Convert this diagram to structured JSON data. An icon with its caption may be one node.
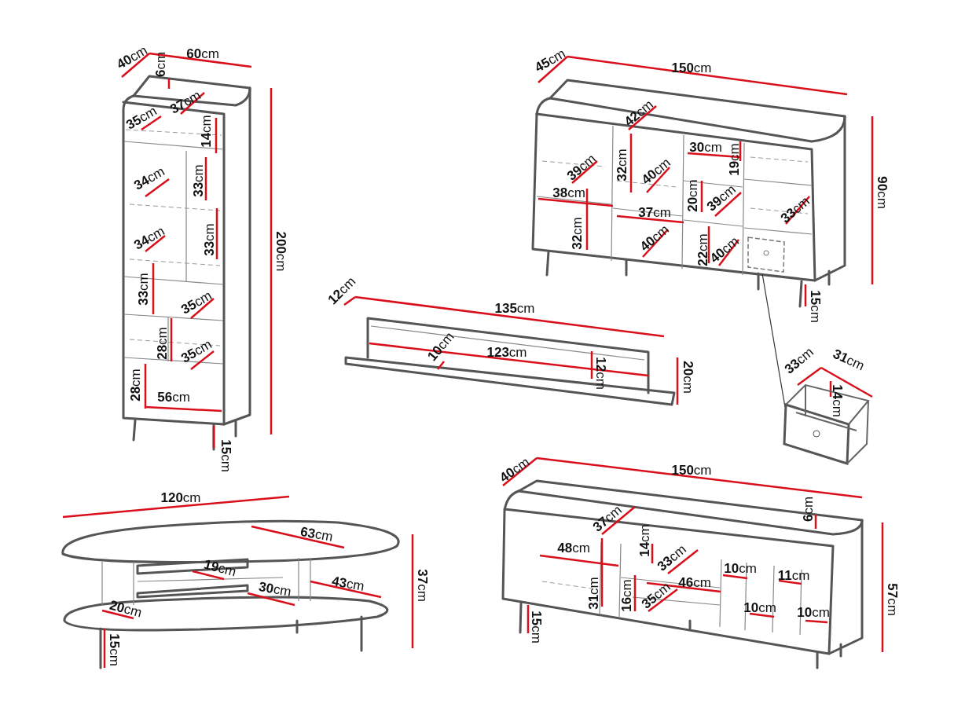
{
  "diagram": {
    "nodes": [
      {
        "text": [],
        "shape": "picture"
      },
      {
        "text": [],
        "shape": "picture"
      }
    ],
    "edges": [
      {
        "from": 0,
        "to": 1,
        "arrow": "none"
      }
    ],
    "labels": [
      "**40**cm",
      "**60**cm",
      "**6**cm",
      "**37**cm",
      "**35**cm",
      "**14**cm",
      "**34**cm",
      "**33**cm",
      "**200**cm",
      "**34**cm",
      "**33**cm",
      "**33**cm",
      "**35**cm",
      "**28**cm",
      "**35**cm",
      "**28**cm",
      "**56**cm",
      "**15**cm",
      "**45**cm",
      "**150**cm",
      "**42**cm",
      "**30**cm",
      "**19**cm",
      "**90**cm",
      "**39**cm",
      "**32**cm",
      "**40**cm",
      "**20**cm",
      "**39**cm",
      "**33**cm",
      "**38**cm",
      "**37**cm",
      "**32**cm",
      "**40**cm",
      "**22**cm",
      "**40**cm",
      "**15**cm",
      "**12**cm",
      "**135**cm",
      "**10**cm",
      "**123**cm",
      "**12**cm",
      "**20**cm",
      "**33**cm",
      "**31**cm",
      "**14**cm",
      "**120**cm",
      "**63**cm",
      "**19**cm",
      "**30**cm",
      "**43**cm",
      "**37**cm",
      "**20**cm",
      "**15**cm",
      "**40**cm",
      "**150**cm",
      "**37**cm",
      "**6**cm",
      "**14**cm",
      "**48**cm",
      "**33**cm",
      "**46**cm",
      "**10**cm",
      "**11**cm",
      "**31**cm",
      "**16**cm",
      "**35**cm",
      "**10**cm",
      "**10**cm",
      "**57**cm",
      "**15**cm"
    ]
  }
}
